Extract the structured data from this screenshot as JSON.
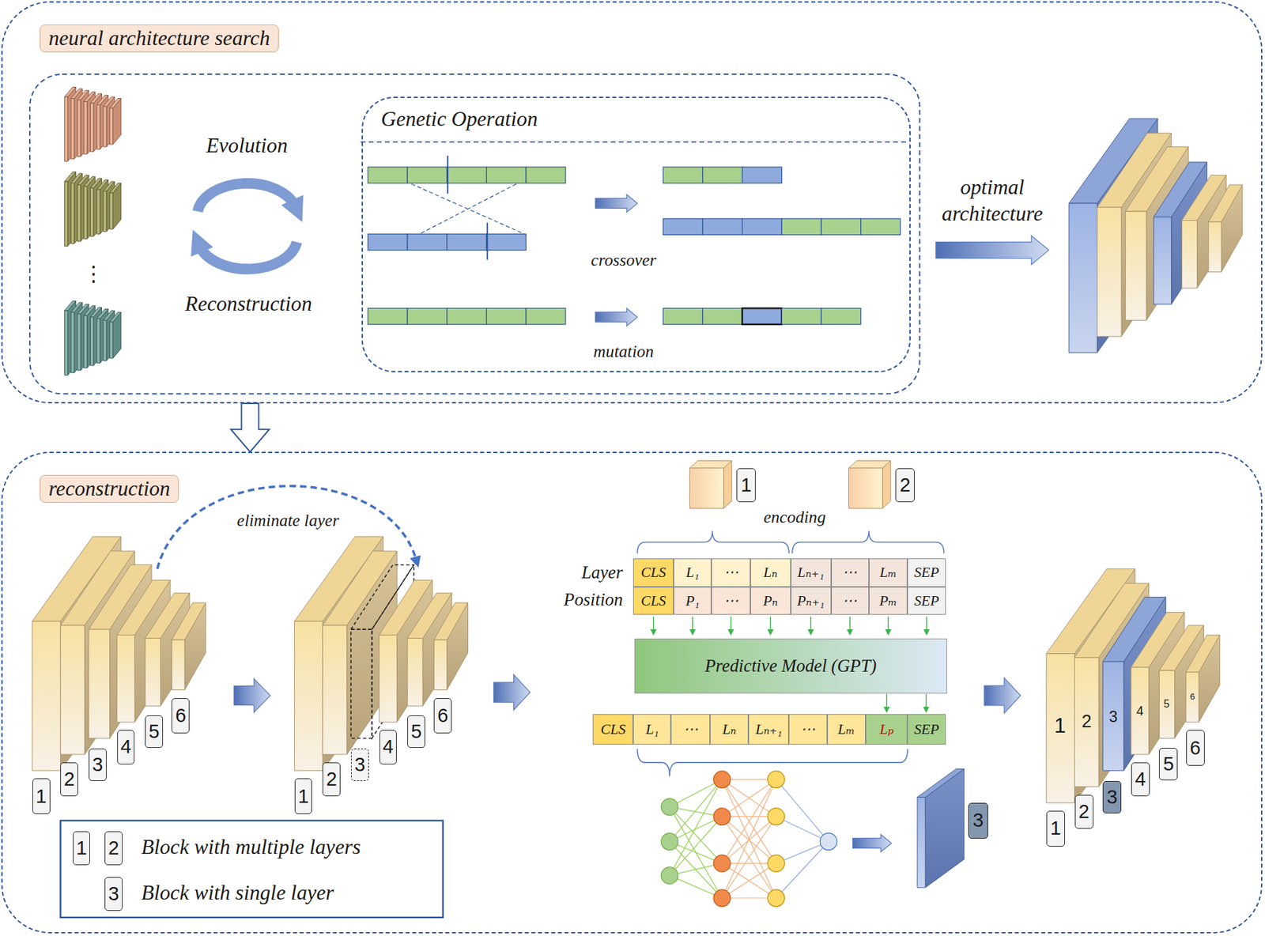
{
  "diagram": {
    "nodes": [
      {
        "text": [
          "neural architecture search"
        ]
      },
      {
        "text": [
          "Genetic Operation"
        ],
        "in": 0
      },
      {
        "text": [
          "reconstruction"
        ]
      },
      {
        "text": [
          "Predictive Model (GPT)"
        ],
        "in": 2
      }
    ],
    "edges": [
      {
        "from": 0,
        "to": 2,
        "arrow": "to"
      }
    ],
    "labels": [
      "Evolution",
      "Reconstruction",
      "⋮",
      "crossover",
      "mutation",
      "optimal architecture",
      "eliminate layer",
      "1",
      "2",
      "3",
      "4",
      "5",
      "6",
      "1",
      "2",
      "3",
      "4",
      "5",
      "6",
      "encoding",
      "1",
      "2",
      "Layer",
      "Position",
      "CLS",
      "L₁",
      "⋯",
      "Lₙ",
      "Lₙ₊₁",
      "⋯",
      "Lₘ",
      "SEP",
      "CLS",
      "P₁",
      "⋯",
      "Pₙ",
      "Pₙ₊₁",
      "⋯",
      "Pₘ",
      "SEP",
      "CLS",
      "L₁",
      "⋯",
      "Lₙ",
      "Lₙ₊₁",
      "⋯",
      "Lₘ",
      "Lₚ",
      "SEP",
      "3",
      "1",
      "2",
      "3",
      "4",
      "5",
      "6",
      "1",
      "2",
      "3",
      "4",
      "5",
      "6",
      "1",
      "2",
      "3"
    ],
    "legend": [
      {
        "text": "Block with multiple layers"
      },
      {
        "text": "Block with single layer"
      }
    ]
  }
}
